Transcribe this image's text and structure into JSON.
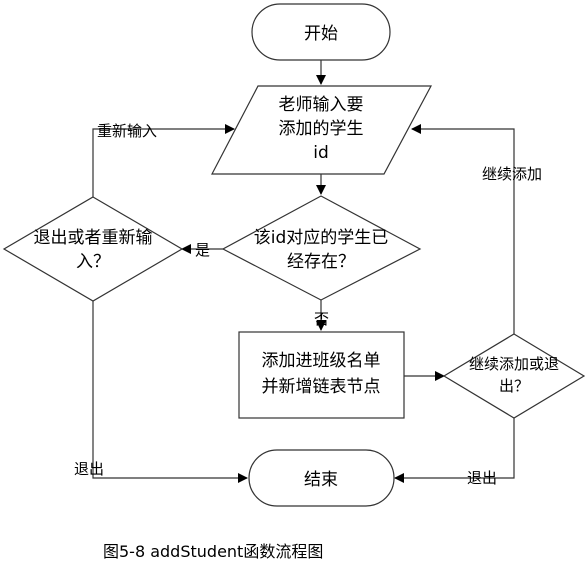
{
  "nodes": {
    "start": "开始",
    "input": [
      "老师输入要",
      "添加的学生",
      "id"
    ],
    "check_exists": [
      "该id对应的学生已",
      "经存在？"
    ],
    "exit_or_retry": [
      "退出或者重新输",
      "入？"
    ],
    "add_to_class": [
      "添加进班级名单",
      "并新增链表节点"
    ],
    "continue_or_exit": [
      "继续添加或退",
      "出？"
    ],
    "end": "结束"
  },
  "edges": {
    "yes": "是",
    "no": "否",
    "retry": "重新输入",
    "exit_left": "退出",
    "continue_add": "继续添加",
    "exit_right": "退出"
  },
  "caption": "图5-8  addStudent函数流程图",
  "colors": {
    "stroke": "#333333",
    "text": "#000000",
    "background": "#ffffff"
  }
}
